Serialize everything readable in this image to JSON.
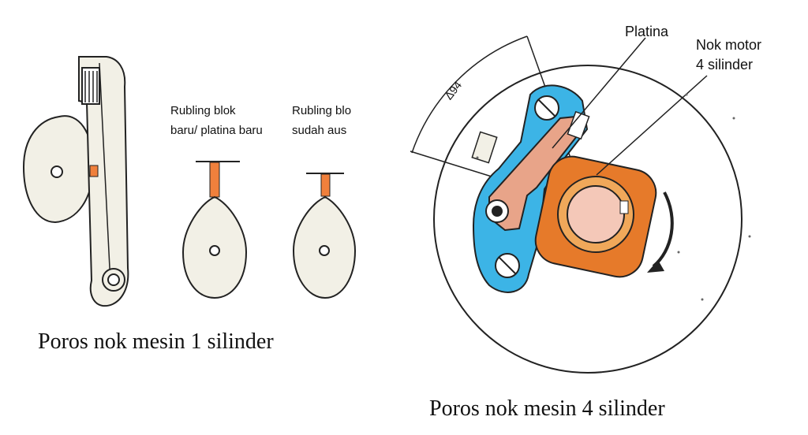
{
  "left_panel": {
    "caption": "Poros nok mesin 1 silinder",
    "label_new_line1": "Rubling blok",
    "label_new_line2": "baru/ platina baru",
    "label_worn_line1": "Rubling blo",
    "label_worn_line2": "sudah aus"
  },
  "right_panel": {
    "caption": "Poros nok mesin 4 silinder",
    "label_platina": "Platina",
    "label_cam_line1": "Nok motor",
    "label_cam_line2": "4 silinder",
    "angle_label": "Δ94"
  },
  "colors": {
    "breaker_base": "#3cb4e6",
    "contact_arm": "#e8a489",
    "rubbing_block": "#f0803c",
    "cam_square": "#e67a2a",
    "cam_ring": "#f0a85a",
    "cam_center": "#f4c8b8",
    "cam_body_fill": "#f2f0e6",
    "outline": "#222222"
  }
}
